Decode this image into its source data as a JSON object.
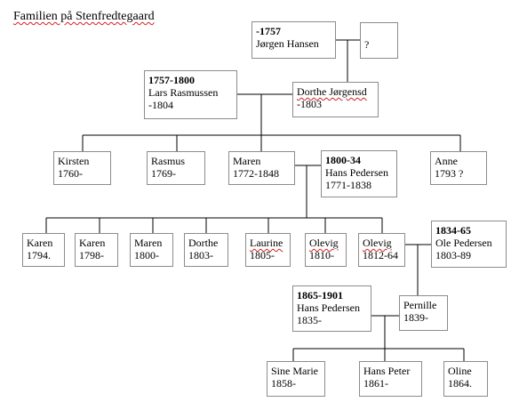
{
  "title": "Familien på Stenfredtegaard",
  "persons": {
    "jorgen": {
      "years": "-1757",
      "name": "Jørgen Hansen"
    },
    "unknown": {
      "name": "?"
    },
    "lars": {
      "years": "1757-1800",
      "name": "Lars Rasmussen",
      "death": "-1804"
    },
    "dorthe_j": {
      "name": "Dorthe Jørgensd",
      "death": "-1803"
    },
    "kirsten": {
      "name": "Kirsten",
      "birth": "1760-"
    },
    "rasmus": {
      "name": "Rasmus",
      "birth": "1769-"
    },
    "maren_1772": {
      "name": "Maren",
      "life": "1772-1848"
    },
    "hans_pedersen_1771": {
      "years": "1800-34",
      "name": "Hans Pedersen",
      "life": "1771-1838"
    },
    "anne": {
      "name": "Anne",
      "birth": "1793 ?"
    },
    "karen_1794": {
      "name": "Karen",
      "birth": "1794."
    },
    "karen_1798": {
      "name": "Karen",
      "birth": "1798-"
    },
    "maren_1800": {
      "name": "Maren",
      "birth": "1800-"
    },
    "dorthe_1803": {
      "name": "Dorthe",
      "birth": "1803-"
    },
    "laurine": {
      "name": "Laurine",
      "birth": "1805-"
    },
    "olevig_1810": {
      "name": "Olevig",
      "birth": "1810-"
    },
    "olevig_1812": {
      "name": "Olevig",
      "life": "1812-64"
    },
    "ole_pedersen": {
      "years": "1834-65",
      "name": "Ole Pedersen",
      "life": "1803-89"
    },
    "hans_pedersen_1835": {
      "years": "1865-1901",
      "name": "Hans Pedersen",
      "birth": "1835-"
    },
    "pernille": {
      "name": "Pernille",
      "birth": "1839-"
    },
    "sine_marie": {
      "name": "Sine Marie",
      "birth": "1858-"
    },
    "hans_peter": {
      "name": "Hans Peter",
      "birth": "1861-"
    },
    "oline": {
      "name": "Oline",
      "birth": "1864."
    }
  }
}
